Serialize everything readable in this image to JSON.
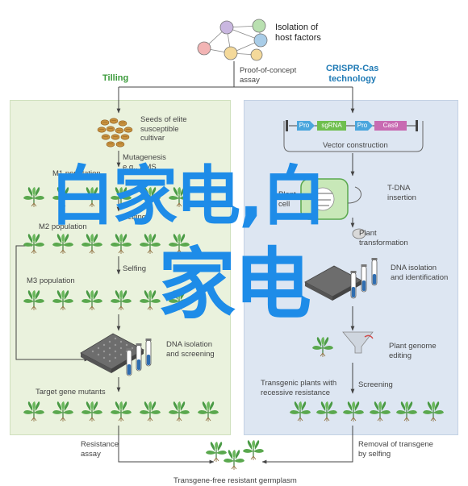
{
  "top": {
    "isolation": "Isolation of\nhost factors",
    "proof": "Proof-of-concept\nassay"
  },
  "left": {
    "title": "Tilling",
    "seeds": "Seeds of elite\nsusceptible\ncultivar",
    "mutagenesis": "Mutagenesis\ne.g., EMS",
    "m1": "M1 population",
    "selfing1": "Selfing",
    "m2": "M2 population",
    "selfing2": "Selfing",
    "m3": "M3 population",
    "dna": "DNA isolation\nand screening",
    "target": "Target gene mutants",
    "resistance": "Resistance\nassay"
  },
  "right": {
    "title": "CRISPR-Cas\ntechnology",
    "construct": {
      "pro1": "Pro",
      "sgrna": "sgRNA",
      "pro2": "Pro",
      "cas9": "Cas9"
    },
    "vector": "Vector construction",
    "plant_cell": "Plant\ncell",
    "tdna": "T-DNA\ninsertion",
    "transformation": "Plant\ntransformation",
    "dna": "DNA isolation\nand identification",
    "genome": "Plant genome\nediting",
    "transgenic": "Transgenic plants with\nrecessive resistance",
    "screening": "Screening",
    "removal": "Removal of transgene\nby selfing"
  },
  "bottom": {
    "germplasm": "Transgene-free resistant germplasm"
  },
  "watermark": {
    "line1": "白家电,白",
    "line2": "家电"
  },
  "colors": {
    "tilling_green": "#3a9a3a",
    "crispr_blue": "#1f7ab5",
    "left_panel": "#eaf2dd",
    "right_panel": "#dde6f2",
    "watermark": "#1e8ce8",
    "plant": "#4a9a45"
  }
}
